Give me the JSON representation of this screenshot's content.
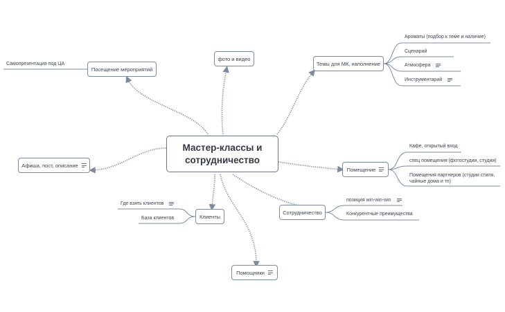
{
  "central": {
    "label": "Мастер-классы  и сотрудничество"
  },
  "topics": {
    "events": {
      "label": "Посещение мероприятий",
      "has_note": false
    },
    "photo": {
      "label": "фото и видео",
      "has_note": false
    },
    "themes": {
      "label": "Темы для МК, наполнение",
      "has_note": false
    },
    "poster": {
      "label": "Афиша, пост, описание",
      "has_note": true
    },
    "premises": {
      "label": "Помещение",
      "has_note": true
    },
    "cooperation": {
      "label": "Сотрудничество",
      "has_note": false
    },
    "clients": {
      "label": "Клиенты",
      "has_note": false
    },
    "helpers": {
      "label": "Помощники",
      "has_note": true
    }
  },
  "subtopics": {
    "events": [
      {
        "label": "Самопрезентация под ЦА",
        "has_note": false
      }
    ],
    "themes": [
      {
        "label": "Ароматы (подбор к теме и наличие)",
        "has_note": false
      },
      {
        "label": "Сценарий",
        "has_note": false
      },
      {
        "label": "Атмосфера",
        "has_note": true
      },
      {
        "label": "Инструментарий",
        "has_note": true
      }
    ],
    "premises": [
      {
        "label": "Кафе, открытый вход",
        "has_note": false
      },
      {
        "label": "спец помещения (фотостудии, студии)",
        "has_note": false
      },
      {
        "label": "Помещения партнеров (студии стиля, чайные дома и тп)",
        "has_note": false
      }
    ],
    "cooperation": [
      {
        "label": "позиция win-win-win",
        "has_note": true
      },
      {
        "label": "Конкурентные преимущества",
        "has_note": false
      }
    ],
    "clients": [
      {
        "label": "Где взять клиентов",
        "has_note": true
      },
      {
        "label": "База клиентов",
        "has_note": false
      }
    ]
  },
  "colors": {
    "line": "#7e8aa0",
    "dotted_link": "#8a93a8",
    "text": "#3d4250",
    "background": "#ffffff"
  }
}
